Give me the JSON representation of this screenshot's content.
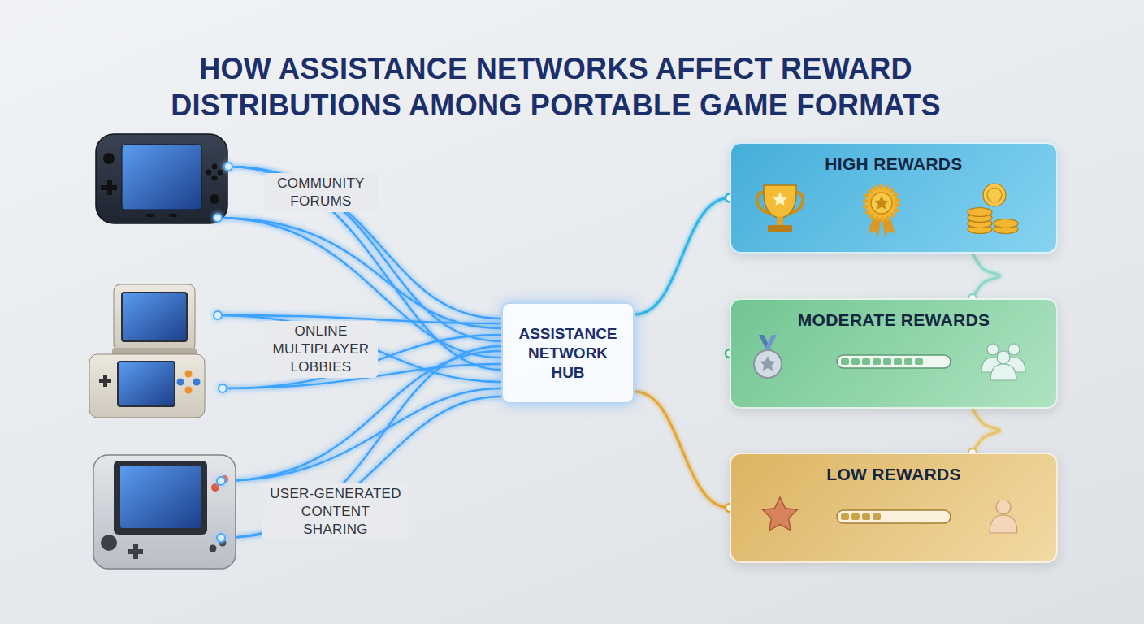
{
  "diagram": {
    "title": "HOW ASSISTANCE NETWORKS AFFECT REWARD DISTRIBUTIONS AMONG PORTABLE GAME FORMATS",
    "nodes": [
      {
        "text": [
          "ASSISTANCE NETWORK HUB"
        ]
      },
      {
        "text": [
          "HIGH REWARDS"
        ]
      },
      {
        "text": [
          "MODERATE REWARDS"
        ]
      },
      {
        "text": [
          "LOW REWARDS"
        ]
      }
    ],
    "edges": [
      {
        "from": 0,
        "to": 1,
        "arrow": "none"
      },
      {
        "from": 0,
        "to": 2,
        "arrow": "none"
      },
      {
        "from": 0,
        "to": 3,
        "arrow": "none"
      },
      {
        "from": 1,
        "to": 2,
        "arrow": "none"
      },
      {
        "from": 2,
        "to": 3,
        "arrow": "none"
      }
    ],
    "labels": [
      "COMMUNITY FORUMS",
      "ONLINE MULTIPLAYER LOBBIES",
      "USER-GENERATED CONTENT SHARING"
    ]
  }
}
